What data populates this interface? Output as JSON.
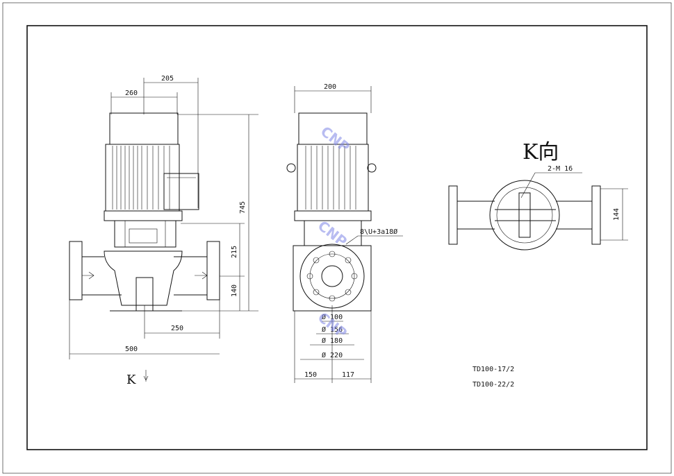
{
  "side_view": {
    "dims": [
      "205",
      "260",
      "745",
      "215",
      "140",
      "250",
      "500"
    ],
    "arrow_label": "K"
  },
  "front_view": {
    "dims": [
      "200",
      "8\\U+3a18Ø",
      "Ø 100",
      "Ø 156",
      "Ø 180",
      "Ø 220",
      "150",
      "117"
    ]
  },
  "k_view": {
    "title": "K向",
    "bolt_label": "2-M  16",
    "dim": "144"
  },
  "models": [
    "TD100-17/2",
    "TD100-22/2"
  ],
  "watermark": "CNP"
}
